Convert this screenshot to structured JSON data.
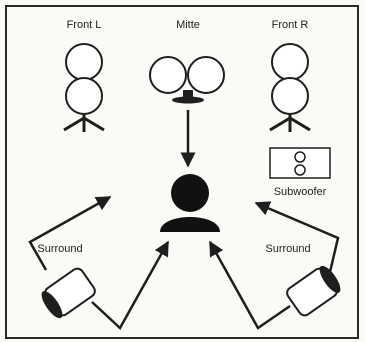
{
  "labels": {
    "front_left": "Front L",
    "center": "Mitte",
    "front_right": "Front R",
    "subwoofer": "Subwoofer",
    "surround_left": "Surround",
    "surround_right": "Surround"
  },
  "colors": {
    "background": "#fbfaf6",
    "frame": "#2a2a2a",
    "ink": "#1e1e1e",
    "speaker_fill": "#ffffff",
    "listener_fill": "#111111"
  }
}
